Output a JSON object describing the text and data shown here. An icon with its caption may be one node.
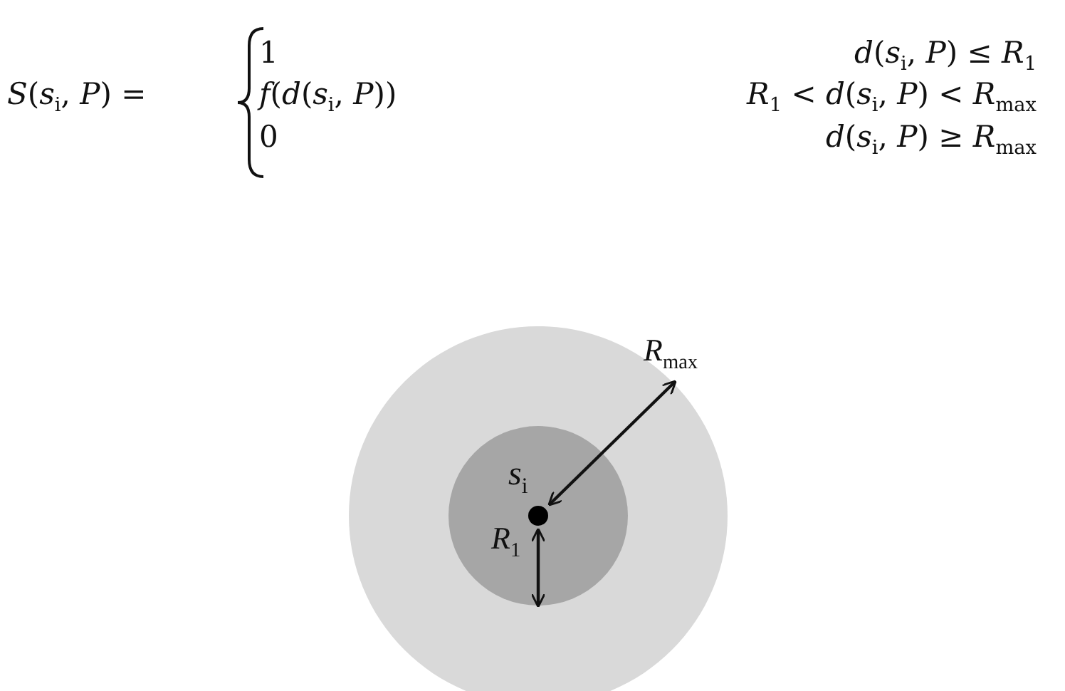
{
  "diagram": {
    "nodes": [
      {
        "text": [
          "*R*$_{max}$"
        ]
      },
      {
        "text": [
          "*s*$_{i}$",
          "*R*$_{1}$"
        ],
        "in": 0
      }
    ],
    "labels": [
      "*S*(*s*$_{i}$, *P*) =",
      "1",
      "*d*(*s*$_{i}$, *P*) ≤ *R*$_{1}$",
      "*f*(*d*(*s*$_{i}$, *P*))",
      "*R*$_{1}$ < *d*(*s*$_{i}$, *P*) < *R*$_{max}$",
      "0",
      "*d*(*s*$_{i}$, *P*) ≥ *R*$_{max}$"
    ]
  }
}
